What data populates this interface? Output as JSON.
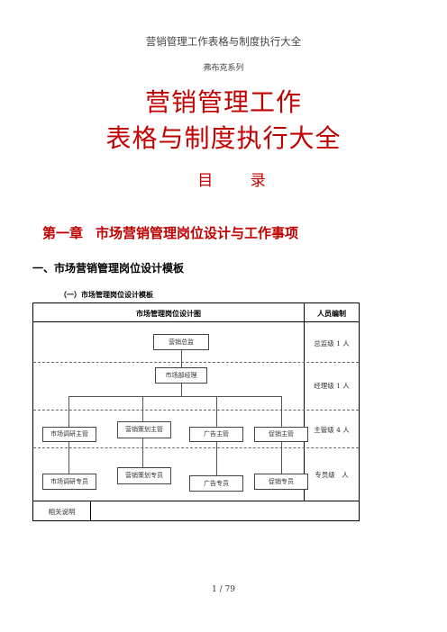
{
  "header": {
    "running_title": "营销管理工作表格与制度执行大全"
  },
  "cover": {
    "series": "弗布克系列",
    "title_line1": "营销管理工作",
    "title_line2": "表格与制度执行大全",
    "toc_heading": "目 录"
  },
  "chapter": {
    "number": "第一章",
    "title": "市场营销管理岗位设计与工作事项"
  },
  "section": {
    "title": "一、市场营销管理岗位设计模板"
  },
  "subsection": {
    "title": "（一）市场管理岗位设计模板"
  },
  "table": {
    "col_chart": "市场管理岗位设计图",
    "col_staffing": "人员编制",
    "levels": [
      {
        "staffing": "总监级 1 人"
      },
      {
        "staffing": "经理级 1 人"
      },
      {
        "staffing": "主管级 4 人"
      },
      {
        "staffing": "专员级　人"
      }
    ],
    "nodes": {
      "director": "营销总监",
      "manager": "市场部经理",
      "supervisors": [
        "市场调研主管",
        "营销策划主管",
        "广告主管",
        "促销主管"
      ],
      "specialists": [
        "市场调研专员",
        "营销策划专员",
        "广告专员",
        "促销专员"
      ]
    },
    "notes_label": "相关说明",
    "notes_value": ""
  },
  "footer": {
    "page": "1 / 79"
  }
}
